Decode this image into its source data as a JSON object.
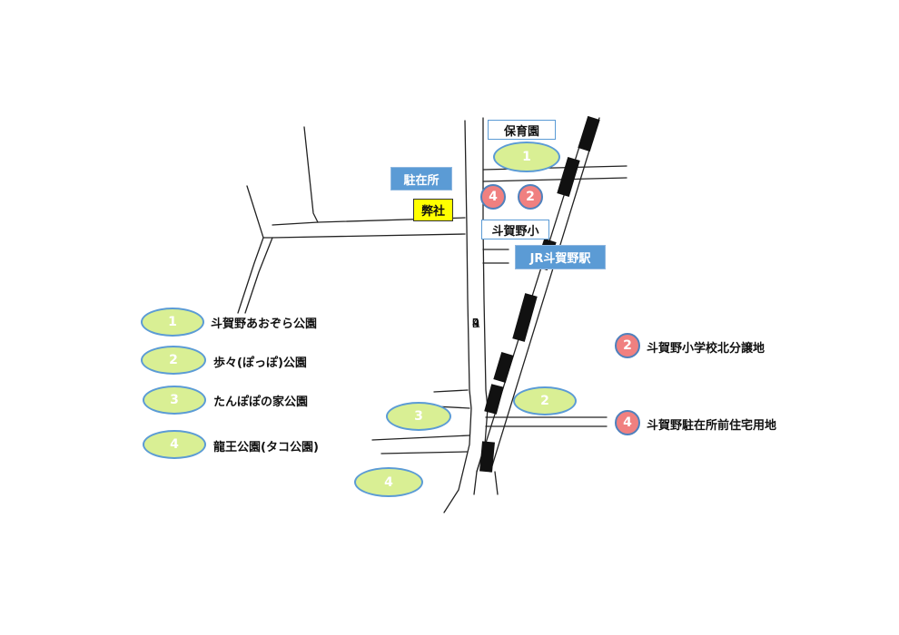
{
  "map": {
    "facilities": {
      "nursery": "保育園",
      "police_box": "駐在所",
      "our_company": "弊社",
      "school": "斗賀野小",
      "station": "JR斗賀野駅"
    },
    "route_chars": [
      "R",
      "4",
      "9",
      "4"
    ],
    "map_markers": {
      "park1": "1",
      "park2": "2",
      "park3": "3",
      "park4": "4",
      "site4": "4",
      "site2": "2"
    },
    "parks_legend": [
      {
        "num": "1",
        "name": "斗賀野あおぞら公園"
      },
      {
        "num": "2",
        "name": "歩々(ぽっぽ)公園"
      },
      {
        "num": "3",
        "name": "たんぽぽの家公園"
      },
      {
        "num": "4",
        "name": "龍王公園(タコ公園)"
      }
    ],
    "sites_legend": [
      {
        "num": "2",
        "name": "斗賀野小学校北分譲地"
      },
      {
        "num": "4",
        "name": "斗賀野駐在所前住宅用地"
      }
    ],
    "colors": {
      "park_fill": "#d9ef94",
      "park_border": "#5b9bd5",
      "site_fill": "#f08080",
      "site_border": "#4f81bd",
      "blue_box": "#5b9bd5",
      "yellow_box": "#ffff00",
      "railway": "#111111"
    }
  }
}
